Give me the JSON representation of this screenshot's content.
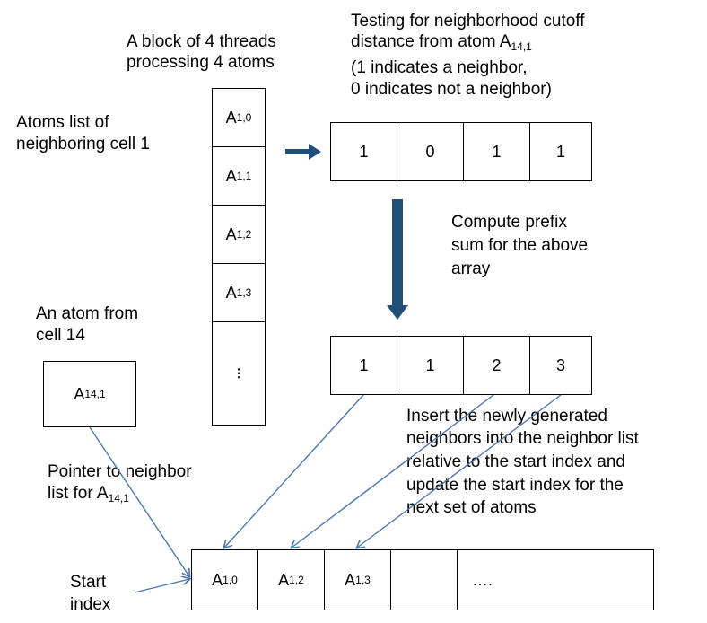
{
  "labels": {
    "block_line1": "A block of 4 threads",
    "block_line2": "processing 4 atoms",
    "atoms_list_line1": "Atoms list of",
    "atoms_list_line2": "neighboring cell 1",
    "testing_line1": "Testing for neighborhood cutoff",
    "testing_line2_prefix": "distance from atom A",
    "testing_line2_sub": "14,1",
    "testing_line3": "(1 indicates a neighbor,",
    "testing_line4": "0 indicates not a neighbor)",
    "prefix_line1": "Compute prefix",
    "prefix_line2": "sum for the above",
    "prefix_line3": "array",
    "atom_from_line1": "An atom from",
    "atom_from_line2": "cell 14",
    "insert_line1": "Insert the newly generated",
    "insert_line2": "neighbors into the neighbor list",
    "insert_line3": "relative to the start index and",
    "insert_line4": "update the start index for the",
    "insert_line5": "next set of atoms",
    "pointer_line1": "Pointer to neighbor",
    "pointer_line2_prefix": "list for A",
    "pointer_line2_sub": "14,1",
    "start_line1": "Start",
    "start_line2": "index"
  },
  "atom_column": [
    {
      "base": "A",
      "sub": "1,0"
    },
    {
      "base": "A",
      "sub": "1,1"
    },
    {
      "base": "A",
      "sub": "1,2"
    },
    {
      "base": "A",
      "sub": "1,3"
    },
    {
      "base": "⁝",
      "sub": ""
    }
  ],
  "flag_array": [
    "1",
    "0",
    "1",
    "1"
  ],
  "prefix_array": [
    "1",
    "1",
    "2",
    "3"
  ],
  "atom_14": {
    "base": "A",
    "sub": "14,1"
  },
  "neighbor_list": [
    {
      "base": "A",
      "sub": "1,0"
    },
    {
      "base": "A",
      "sub": "1,2"
    },
    {
      "base": "A",
      "sub": "1,3"
    },
    {
      "base": "",
      "sub": ""
    },
    {
      "base": "….",
      "sub": ""
    }
  ],
  "colors": {
    "thick_arrow": "#1f4e79",
    "thin_arrow": "#4a78b5",
    "border": "#000000"
  }
}
